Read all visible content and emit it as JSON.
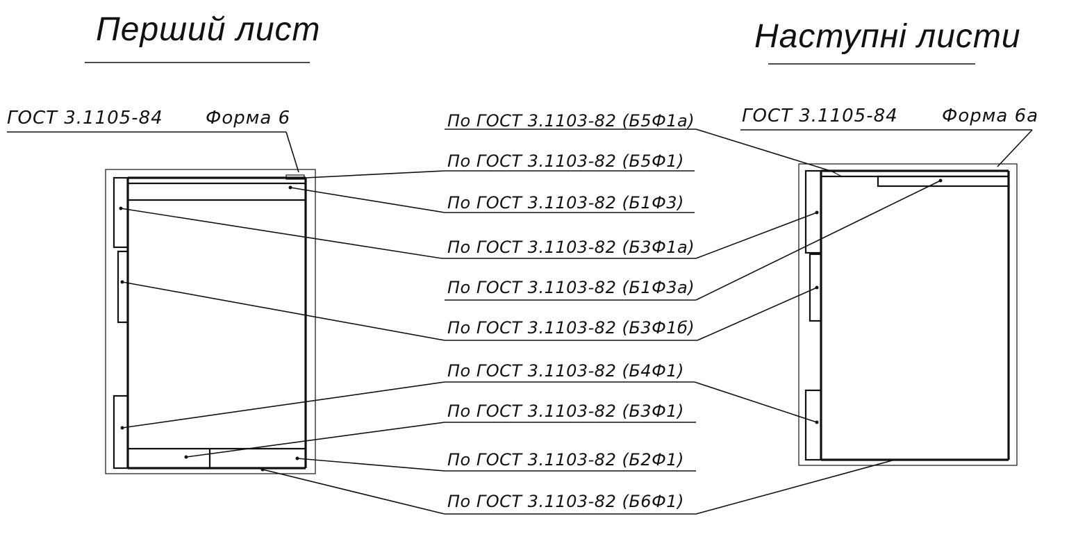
{
  "titles": {
    "first": "Перший лист",
    "next": "Наступні листи"
  },
  "headers": {
    "left_gost": "ГОСТ 3.1105-84",
    "left_form": "Форма 6",
    "right_gost": "ГОСТ 3.1105-84",
    "right_form": "Форма 6а"
  },
  "labels": [
    "По ГОСТ 3.1103-82 (Б5Ф1а)",
    "По ГОСТ 3.1103-82 (Б5Ф1)",
    "По ГОСТ 3.1103-82 (Б1Ф3)",
    "По ГОСТ 3.1103-82 (Б3Ф1а)",
    "По ГОСТ 3.1103-82 (Б1Ф3а)",
    "По ГОСТ 3.1103-82 (Б3Ф1б)",
    "По ГОСТ 3.1103-82 (Б4Ф1)",
    "По ГОСТ 3.1103-82 (Б3Ф1)",
    "По ГОСТ 3.1103-82 (Б2Ф1)",
    "По ГОСТ 3.1103-82 (Б6Ф1)"
  ]
}
